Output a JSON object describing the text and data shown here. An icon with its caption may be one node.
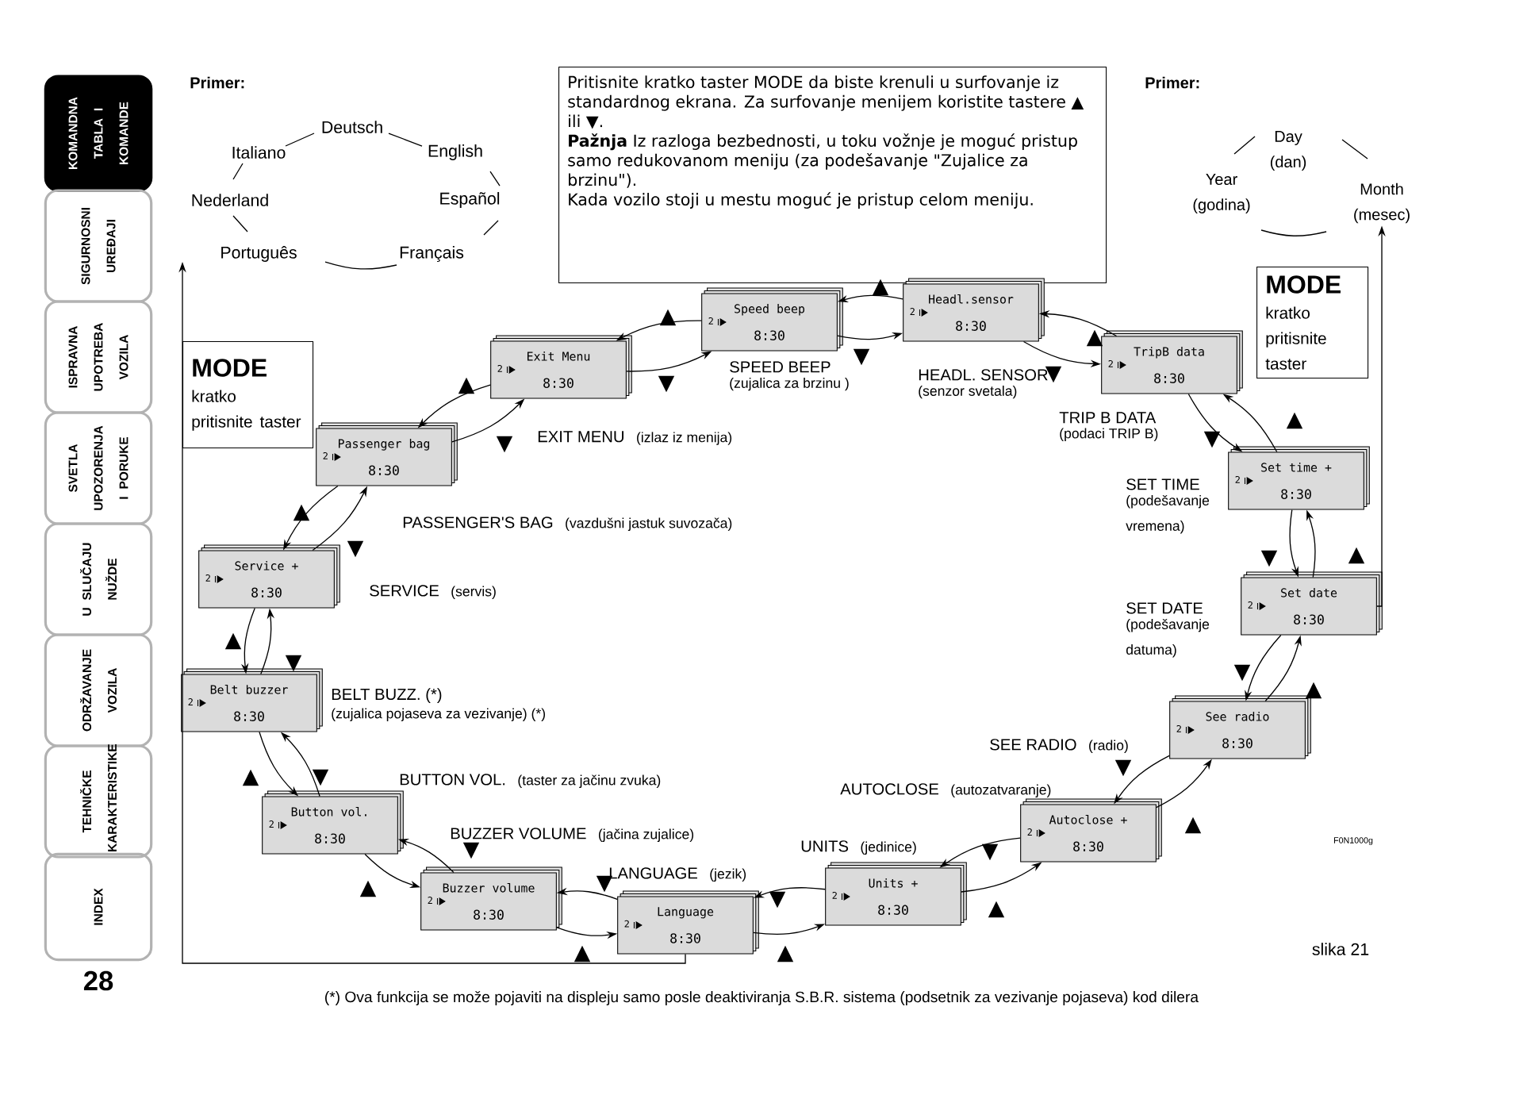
{
  "diagram": {
    "nodes": [
      {
        "text": [
          "KOMANDNA TABLA I KOMANDE"
        ]
      },
      {
        "text": [
          "SIGURNOSNI UREĐAJI"
        ]
      },
      {
        "text": [
          "ISPRAVNA UPOTREBA VOZILA"
        ]
      },
      {
        "text": [
          "SVETLA UPOZORENJA I PORUKE"
        ]
      },
      {
        "text": [
          "U SLUČAJU NUŽDE"
        ]
      },
      {
        "text": [
          "ODRŽAVANJE VOZILA"
        ]
      },
      {
        "text": [
          "TEHNIČKE KARAKTERISTIKE"
        ]
      },
      {
        "text": [
          "INDEX"
        ]
      },
      {
        "text": [
          "Pritisnite kratko taster MODE da biste krenuli u surfovanje iz standardnog ekrana. Za surfovanje menijem koristite tastere ▲ ili ▼.",
          "**Pažnja** Iz razloga bezbednosti, u toku vožnje je moguć pristup samo redukovanom meniju (za podešavanje \"Zujalice za brzinu\").",
          "Kada vozilo stoji u mestu moguć je pristup celom meniju."
        ]
      },
      {
        "text": [
          "MODE",
          "kratko pritisnite taster"
        ]
      },
      {
        "text": [
          "MODE",
          "kratko pritisnite taster"
        ]
      },
      {
        "text": [
          "Speed beep",
          "2",
          "8:30"
        ],
        "beside": [
          "SPEED BEEP",
          "(zujalica za brzinu )"
        ]
      },
      {
        "text": [
          "Headl.sensor",
          "2",
          "8:30"
        ],
        "beside": [
          "HEADL. SENSOR",
          "(senzor svetala)"
        ]
      },
      {
        "text": [
          "TripB data",
          "2",
          "8:30"
        ],
        "beside": [
          "TRIP B DATA",
          "(podaci TRIP B)"
        ]
      },
      {
        "text": [
          "Set time +",
          "2",
          "8:30"
        ],
        "beside": [
          "SET TIME",
          "(podešavanje vremena)"
        ]
      },
      {
        "text": [
          "Set date",
          "2",
          "8:30"
        ],
        "beside": [
          "SET DATE",
          "(podešavanje datuma)"
        ]
      },
      {
        "text": [
          "See radio",
          "2",
          "8:30"
        ],
        "beside": [
          "SEE RADIO",
          "(radio)"
        ]
      },
      {
        "text": [
          "Autoclose +",
          "2",
          "8:30"
        ],
        "beside": [
          "AUTOCLOSE",
          "(autozatvaranje)"
        ]
      },
      {
        "text": [
          "Units +",
          "2",
          "8:30"
        ],
        "beside": [
          "UNITS",
          "(jedinice)"
        ]
      },
      {
        "text": [
          "Language",
          "2",
          "8:30"
        ],
        "beside": [
          "LANGUAGE",
          "(jezik)"
        ]
      },
      {
        "text": [
          "Buzzer volume",
          "2",
          "8:30"
        ],
        "beside": [
          "BUZZER VOLUME",
          "(jačina zujalice)"
        ]
      },
      {
        "text": [
          "Button vol.",
          "2",
          "8:30"
        ],
        "beside": [
          "BUTTON VOL.",
          "(taster za jačinu zvuka)"
        ]
      },
      {
        "text": [
          "Belt buzzer",
          "2",
          "8:30"
        ],
        "beside": [
          "BELT BUZZ. (*)",
          "(zujalica pojaseva za vezivanje) (*)"
        ]
      },
      {
        "text": [
          "Service +",
          "2",
          "8:30"
        ],
        "beside": [
          "SERVICE",
          "(servis)"
        ]
      },
      {
        "text": [
          "Passenger bag",
          "2",
          "8:30"
        ],
        "beside": [
          "PASSENGER'S BAG",
          "(vazdušni jastuk suvozača)"
        ]
      },
      {
        "text": [
          "Exit Menu",
          "2",
          "8:30"
        ],
        "beside": [
          "EXIT MENU",
          "(izlaz iz menija)"
        ]
      },
      {
        "text": [
          "Month (mesec)"
        ]
      }
    ],
    "edges": [
      {
        "from": 11,
        "to": 12,
        "arrow": "to",
        "label": "▼"
      },
      {
        "from": 12,
        "to": 11,
        "arrow": "to",
        "label": "▲"
      },
      {
        "from": 12,
        "to": 13,
        "arrow": "to",
        "label": "▼"
      },
      {
        "from": 13,
        "to": 12,
        "arrow": "to",
        "label": "▲"
      },
      {
        "from": 13,
        "to": 14,
        "arrow": "to",
        "label": "▼"
      },
      {
        "from": 14,
        "to": 13,
        "arrow": "to",
        "label": "▲"
      },
      {
        "from": 14,
        "to": 15,
        "arrow": "to",
        "label": "▼"
      },
      {
        "from": 15,
        "to": 14,
        "arrow": "to",
        "label": "▲"
      },
      {
        "from": 15,
        "to": 16,
        "arrow": "to",
        "label": "▼"
      },
      {
        "from": 16,
        "to": 15,
        "arrow": "to",
        "label": "▲"
      },
      {
        "from": 16,
        "to": 17,
        "arrow": "to",
        "label": "▼"
      },
      {
        "from": 17,
        "to": 16,
        "arrow": "to",
        "label": "▲"
      },
      {
        "from": 17,
        "to": 18,
        "arrow": "to",
        "label": "▼"
      },
      {
        "from": 18,
        "to": 17,
        "arrow": "to",
        "label": "▲"
      },
      {
        "from": 18,
        "to": 19,
        "arrow": "to",
        "label": "▼"
      },
      {
        "from": 19,
        "to": 18,
        "arrow": "to",
        "label": "▲"
      },
      {
        "from": 19,
        "to": 20,
        "arrow": "to",
        "label": "▼"
      },
      {
        "from": 20,
        "to": 19,
        "arrow": "to",
        "label": "▲"
      },
      {
        "from": 20,
        "to": 21,
        "arrow": "to",
        "label": "▼"
      },
      {
        "from": 21,
        "to": 20,
        "arrow": "to",
        "label": "▲"
      },
      {
        "from": 21,
        "to": 22,
        "arrow": "to",
        "label": "▼"
      },
      {
        "from": 22,
        "to": 21,
        "arrow": "to",
        "label": "▲"
      },
      {
        "from": 22,
        "to": 23,
        "arrow": "to",
        "label": "▼"
      },
      {
        "from": 23,
        "to": 22,
        "arrow": "to",
        "label": "▲"
      },
      {
        "from": 23,
        "to": 24,
        "arrow": "to",
        "label": "▼"
      },
      {
        "from": 24,
        "to": 23,
        "arrow": "to",
        "label": "▲"
      },
      {
        "from": 24,
        "to": 25,
        "arrow": "to",
        "label": "▼"
      },
      {
        "from": 25,
        "to": 24,
        "arrow": "to",
        "label": "▲"
      },
      {
        "from": 25,
        "to": 11,
        "arrow": "to",
        "label": "▼"
      },
      {
        "from": 11,
        "to": 25,
        "arrow": "to",
        "label": "▲"
      },
      {
        "from": 19,
        "to": null,
        "arrow": "to"
      },
      {
        "from": 15,
        "to": 26,
        "arrow": "to"
      }
    ],
    "labels": [
      "Primer:",
      "Deutsch",
      "Italiano",
      "English",
      "Nederland",
      "Español",
      "Português",
      "Français",
      "Primer:",
      "Day (dan)",
      "Year (godina)",
      "F0N1000g",
      "slika 21",
      "28",
      "(*) Ova funkcija se može pojaviti na displeju samo posle deaktiviranja S.B.R. sistema (podsetnik za vezivanje pojaseva) kod dilera"
    ]
  }
}
